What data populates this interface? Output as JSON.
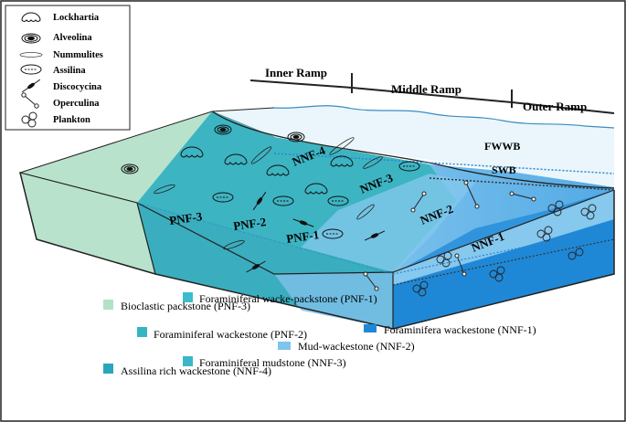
{
  "ramp_labels": {
    "inner": "Inner Ramp",
    "middle": "Middle Ramp",
    "outer": "Outer Ramp"
  },
  "wave_bases": {
    "fwwb": "FWWB",
    "swb": "SWB"
  },
  "facies_labels": {
    "nnf4": "NNF-4",
    "nnf3": "NNF-3",
    "nnf2": "NNF-2",
    "nnf1": "NNF-1",
    "pnf3": "PNF-3",
    "pnf2": "PNF-2",
    "pnf1": "PNF-1"
  },
  "fossil_legend": [
    {
      "label": "Lockhartia",
      "icon": "lockhartia-icon"
    },
    {
      "label": "Alveolina",
      "icon": "alveolina-icon"
    },
    {
      "label": "Nummulites",
      "icon": "nummulites-icon"
    },
    {
      "label": "Assilina",
      "icon": "assilina-icon"
    },
    {
      "label": "Discocycina",
      "icon": "discocyclina-icon"
    },
    {
      "label": "Operculina",
      "icon": "operculina-icon"
    },
    {
      "label": "Plankton",
      "icon": "plankton-icon"
    }
  ],
  "facies_legend": [
    {
      "label": "Bioclastic packstone (PNF-3)",
      "color": "#b3e0c8"
    },
    {
      "label": "Foraminiferal wacke-packstone (PNF-1)",
      "color": "#3cbccc"
    },
    {
      "label": "Foraminifera wackestone (NNF-1)",
      "color": "#1e88d8"
    },
    {
      "label": "Foraminiferal wackestone (PNF-2)",
      "color": "#36b4c4"
    },
    {
      "label": "Mud-wackestone (NNF-2)",
      "color": "#7ec4ec"
    },
    {
      "label": "Foraminiferal mudstone (NNF-3)",
      "color": "#3cb6c8"
    },
    {
      "label": "Assilina rich wackestone (NNF-4)",
      "color": "#2aa6bc"
    }
  ],
  "colors": {
    "inner_green": "#b3e0c8",
    "teal": "#39b3c2",
    "light_blue": "#86c8ee",
    "deep_blue": "#1f8ad8",
    "outline": "#1a1a1a"
  }
}
